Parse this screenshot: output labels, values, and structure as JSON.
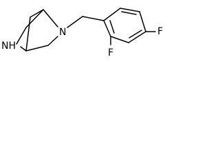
{
  "molecule": {
    "atoms": {
      "ring_nitrogen": "N",
      "ring_nh": "NH",
      "fluorine_ortho": "F",
      "fluorine_para": "F"
    }
  }
}
